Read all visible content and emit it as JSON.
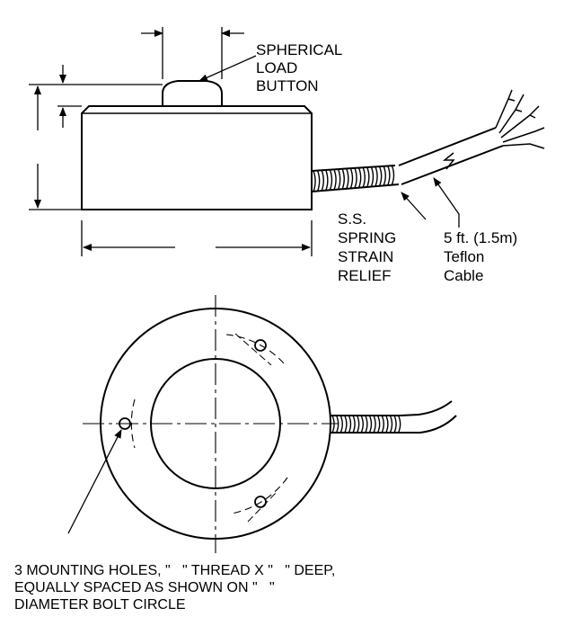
{
  "labels": {
    "button": [
      "SPHERICAL",
      "LOAD",
      "BUTTON"
    ],
    "spring": [
      "S.S.",
      "SPRING",
      "STRAIN",
      "RELIEF"
    ],
    "cable": [
      "5 ft. (1.5m)",
      "Teflon",
      "Cable"
    ]
  },
  "note": [
    "3 MOUNTING HOLES, \"   \" THREAD X \"   \" DEEP,",
    "EQUALLY SPACED AS SHOWN ON \"   \"",
    "DIAMETER BOLT CIRCLE"
  ],
  "colors": {
    "ink": "#000000",
    "paper": "#ffffff"
  }
}
